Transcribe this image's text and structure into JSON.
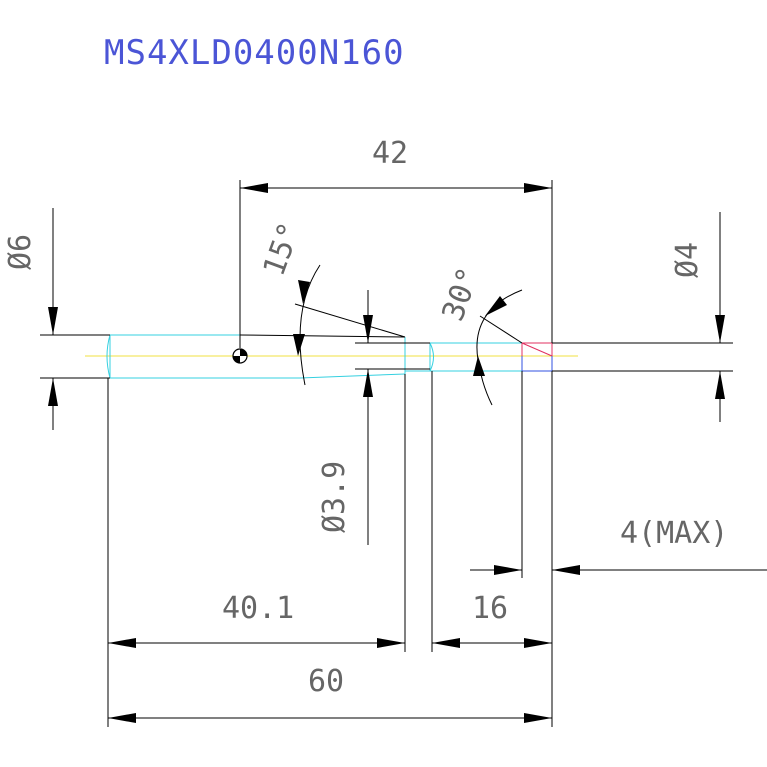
{
  "title": "MS4XLD0400N160",
  "dimensions": {
    "overall_length": "60",
    "shank_length": "40.1",
    "flute_length": "16",
    "tip_length": "42",
    "shank_diameter": "Ø6",
    "tip_diameter": "Ø4",
    "neck_diameter": "Ø3.9",
    "taper_angle": "15°",
    "point_angle": "30°",
    "max_note": "4(MAX)"
  },
  "colors": {
    "title": "#4b55d6",
    "dimension_text": "#666666",
    "body_outline": "#35d0e0",
    "centerline": "#f0e040",
    "tip_top": "#e03060",
    "tip_bottom": "#3050e0"
  }
}
